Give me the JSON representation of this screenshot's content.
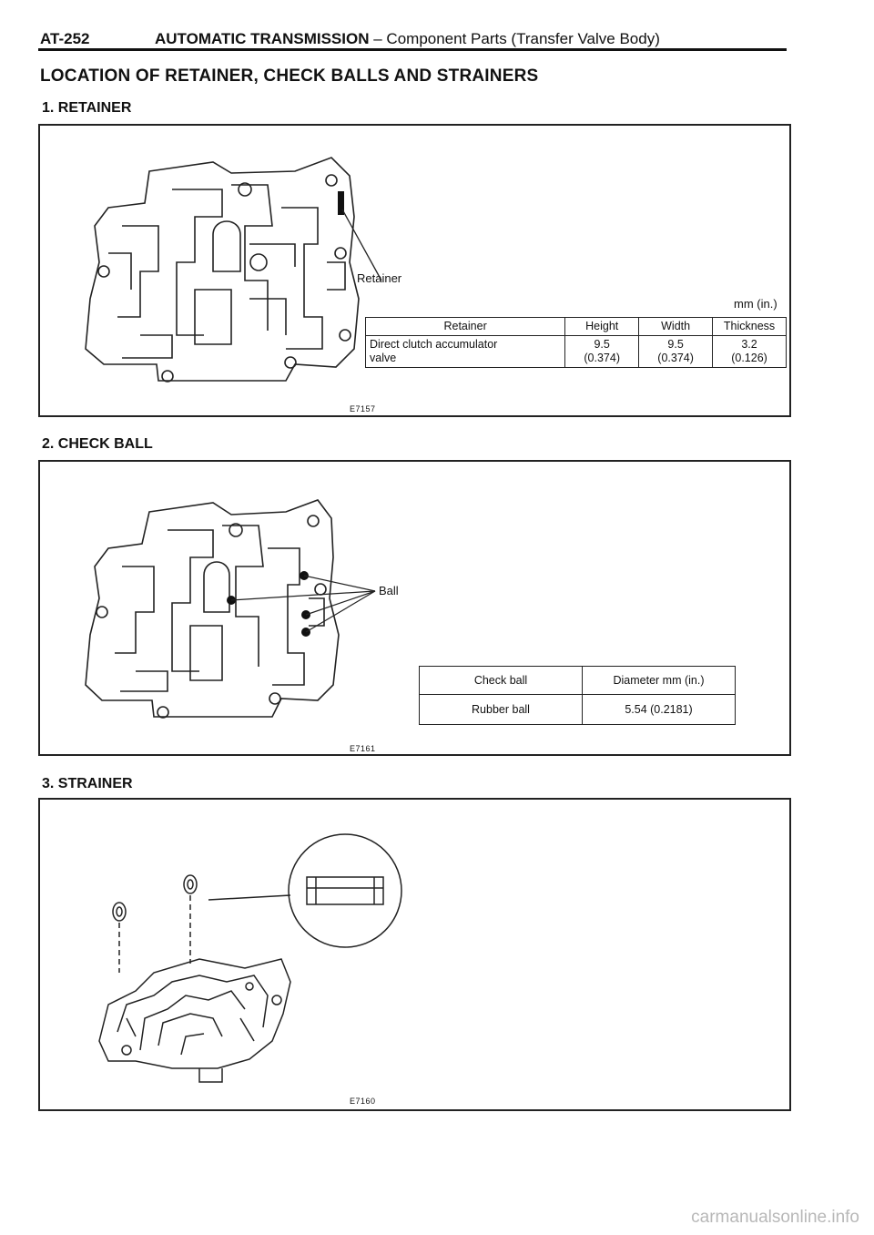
{
  "header": {
    "page_id": "AT-252",
    "chapter": "AUTOMATIC TRANSMISSION",
    "dash": "–",
    "subtitle": "Component Parts (Transfer Valve Body)"
  },
  "title": "LOCATION OF RETAINER, CHECK BALLS AND STRAINERS",
  "sections": {
    "retainer": {
      "heading": "1.  RETAINER",
      "callout": "Retainer",
      "unit": "mm (in.)",
      "columns": [
        "Retainer",
        "Height",
        "Width",
        "Thickness"
      ],
      "row": {
        "name_line1": "Direct clutch accumulator",
        "name_line2": "valve",
        "height_mm": "9.5",
        "height_in": "(0.374)",
        "width_mm": "9.5",
        "width_in": "(0.374)",
        "thickness_mm": "3.2",
        "thickness_in": "(0.126)"
      },
      "figure_code": "E7157"
    },
    "check_ball": {
      "heading": "2.  CHECK BALL",
      "callout": "Ball",
      "columns": [
        "Check ball",
        "Diameter      mm (in.)"
      ],
      "row": {
        "name": "Rubber ball",
        "diameter": "5.54  (0.2181)"
      },
      "figure_code": "E7161"
    },
    "strainer": {
      "heading": "3.  STRAINER",
      "figure_code": "E7160"
    }
  },
  "watermark": "carmanualsonline.info"
}
